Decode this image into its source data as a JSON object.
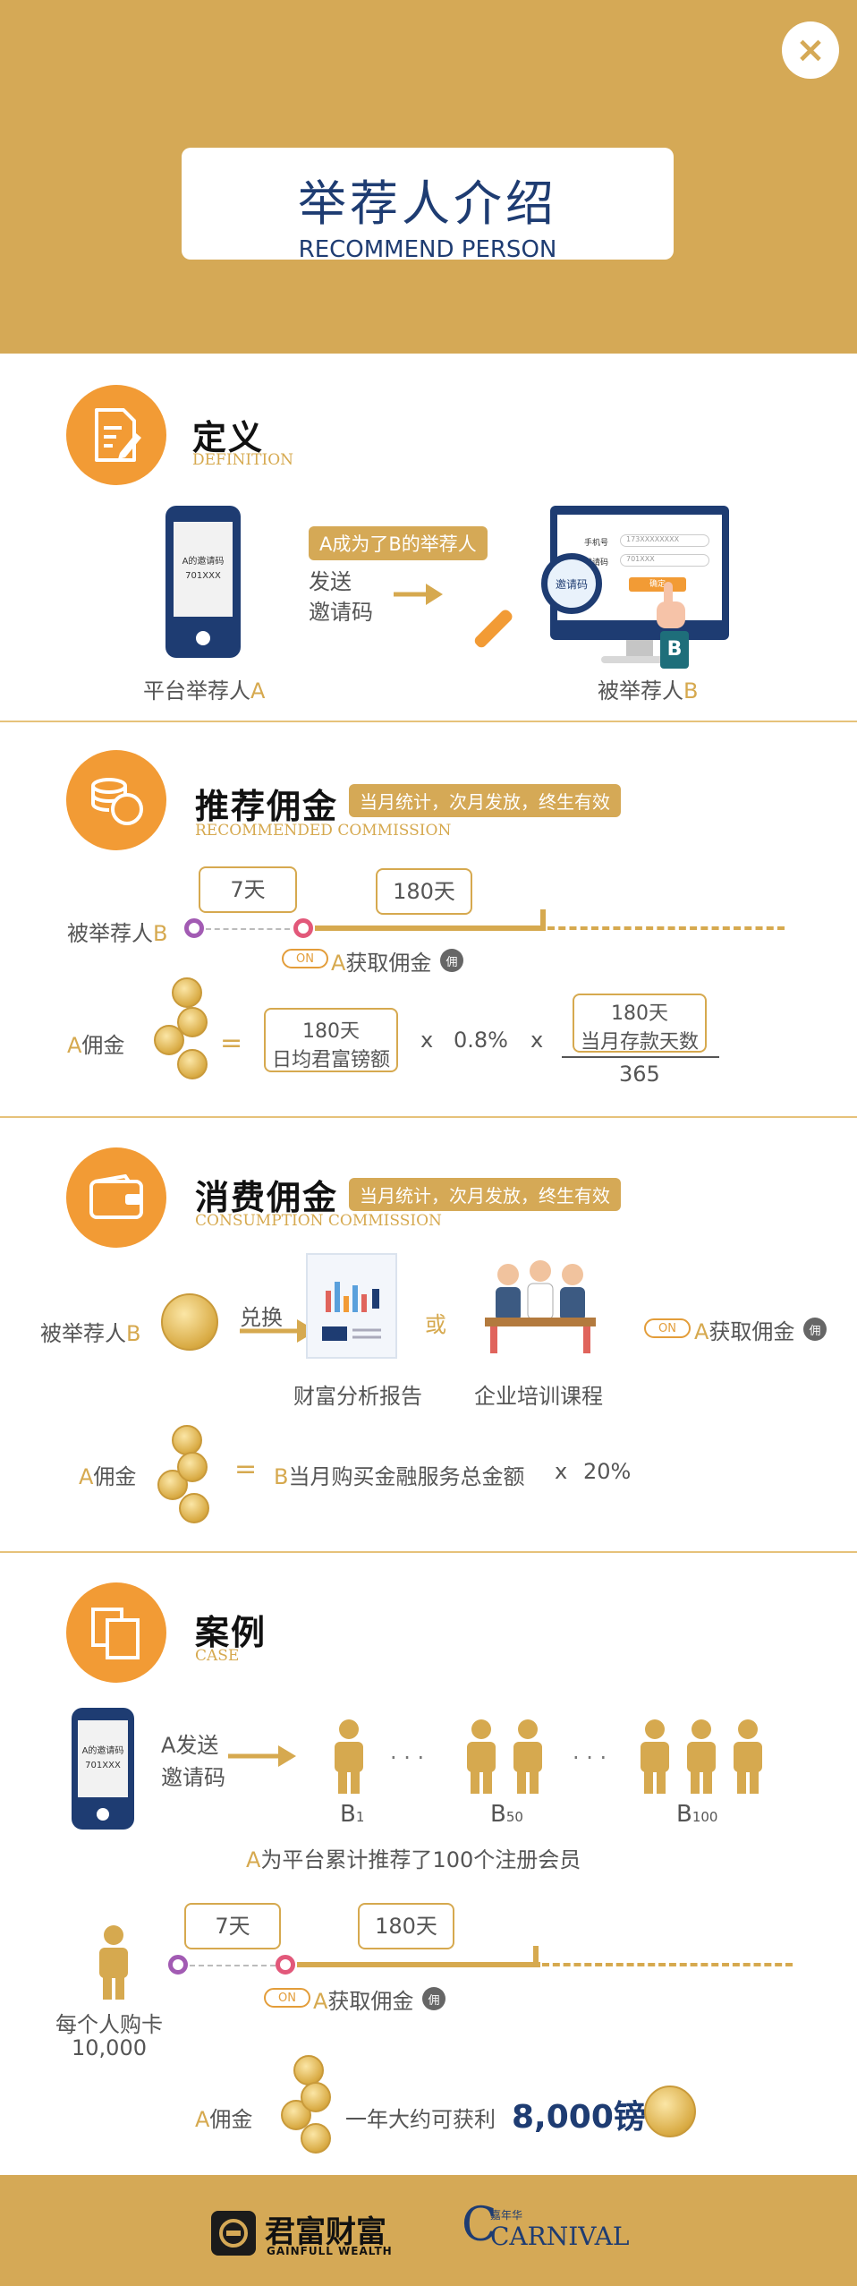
{
  "header": {
    "title_cn": "举荐人介绍",
    "title_en": "RECOMMEND PERSON",
    "close_icon": "close-icon"
  },
  "colors": {
    "gold": "#d5a956",
    "orange": "#f29b35",
    "navy": "#1e3c72"
  },
  "definition": {
    "title_cn": "定义",
    "title_en": "DEFINITION",
    "phone_line1": "A的邀请码",
    "phone_line2": "701XXX",
    "arrow_tag": "A成为了B的举荐人",
    "arrow_line1": "发送",
    "arrow_line2": "邀请码",
    "monitor_label1": "手机号",
    "monitor_val1": "173XXXXXXXX",
    "monitor_label2": "邀请码",
    "monitor_val2": "701XXX",
    "monitor_btn": "确定",
    "magnifier_text": "邀请码",
    "badge_b": "B",
    "caption_left_prefix": "平台举荐人",
    "caption_left_letter": "A",
    "caption_right_prefix": "被举荐人",
    "caption_right_letter": "B"
  },
  "recommended": {
    "title_cn": "推荐佣金",
    "tag": "当月统计，次月发放，终生有效",
    "title_en": "RECOMMENDED COMMISSION",
    "label_b_prefix": "被举荐人",
    "label_b_letter": "B",
    "box_7": "7天",
    "box_180": "180天",
    "on_text": "ON",
    "get_letter": "A",
    "get_text": "获取佣金",
    "yong": "佣",
    "formula_letter": "A",
    "formula_label": "佣金",
    "eq": "=",
    "box1_line1": "180天",
    "box1_line2": "日均君富镑额",
    "times1": "x",
    "rate": "0.8%",
    "times2": "x",
    "box2_line1": "180天",
    "box2_line2": "当月存款天数",
    "denominator": "365"
  },
  "consumption": {
    "title_cn": "消费佣金",
    "tag": "当月统计，次月发放，终生有效",
    "title_en": "CONSUMPTION COMMISSION",
    "label_b_prefix": "被举荐人",
    "label_b_letter": "B",
    "exchange": "兑换",
    "or": "或",
    "report_label": "财富分析报告",
    "training_label": "企业培训课程",
    "on_text": "ON",
    "get_letter": "A",
    "get_text": "获取佣金",
    "yong": "佣",
    "formula_letter": "A",
    "formula_label": "佣金",
    "eq": "=",
    "formula_b": "B",
    "formula_text": "当月购买金融服务总金额",
    "times": "x",
    "rate": "20%"
  },
  "case": {
    "title_cn": "案例",
    "title_en": "CASE",
    "phone_line1": "A的邀请码",
    "phone_line2": "701XXX",
    "send_line1": "A发送",
    "send_line2": "邀请码",
    "dots": "· · ·",
    "b1": "B",
    "b1_sub": "1",
    "b50": "B",
    "b50_sub": "50",
    "b100": "B",
    "b100_sub": "100",
    "summary_letter": "A",
    "summary_text": "为平台累计推荐了100个注册会员",
    "box_7": "7天",
    "box_180": "180天",
    "on_text": "ON",
    "get_letter": "A",
    "get_text": "获取佣金",
    "yong": "佣",
    "each_line1": "每个人购卡",
    "each_line2": "10,000",
    "result_letter": "A",
    "result_label": "佣金",
    "result_text": "一年大约可获利",
    "result_value": "8,000镑"
  },
  "footer": {
    "logo1_cn": "君富财富",
    "logo1_en": "GAINFULL WEALTH",
    "logo2_small": "嘉年华",
    "logo2_text": "CARNIVAL"
  }
}
